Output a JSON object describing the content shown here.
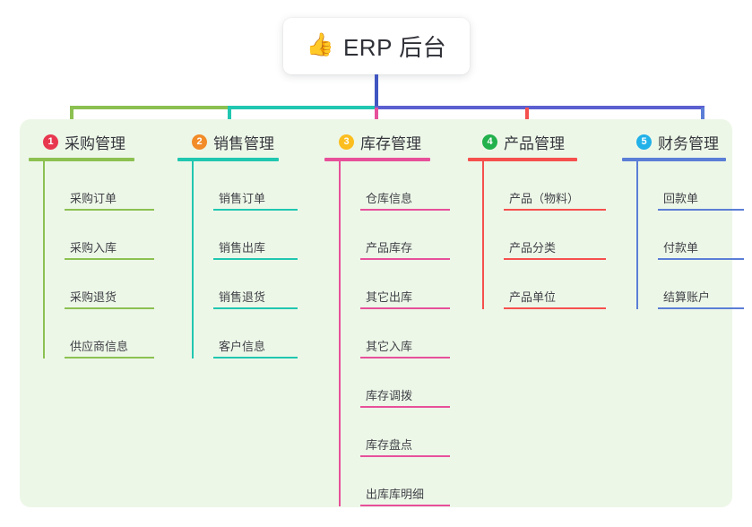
{
  "root": {
    "icon": "thumbs-up-icon",
    "icon_glyph": "👍",
    "title": "ERP 后台"
  },
  "panel": {
    "background": "#edf7e8"
  },
  "diagram": {
    "type": "mind-map",
    "orientation": "top-down",
    "branch_count": 5
  },
  "branches": [
    {
      "number": "1",
      "title": "采购管理",
      "badge_color": "#e8384f",
      "line_color": "#8cc152",
      "items": [
        "采购订单",
        "采购入库",
        "采购退货",
        "供应商信息"
      ]
    },
    {
      "number": "2",
      "title": "销售管理",
      "badge_color": "#f28c28",
      "line_color": "#21c7b0",
      "items": [
        "销售订单",
        "销售出库",
        "销售退货",
        "客户信息"
      ]
    },
    {
      "number": "3",
      "title": "库存管理",
      "badge_color": "#fcbe1e",
      "line_color": "#e7509a",
      "items": [
        "仓库信息",
        "产品库存",
        "其它出库",
        "其它入库",
        "库存调拨",
        "库存盘点",
        "出库库明细"
      ]
    },
    {
      "number": "4",
      "title": "产品管理",
      "badge_color": "#22b14c",
      "line_color": "#f5504e",
      "items": [
        "产品（物料）",
        "产品分类",
        "产品单位"
      ]
    },
    {
      "number": "5",
      "title": "财务管理",
      "badge_color": "#22b1e8",
      "line_color": "#5b7ed6",
      "items": [
        "回款单",
        "付款单",
        "结算账户"
      ]
    }
  ],
  "connectors": {
    "root_stem_color": "#4056c0",
    "segment_1_color": "#8cc152",
    "segment_2_color": "#21c7b0",
    "segment_3_color": "#5b5fd0",
    "drop_colors": [
      "#8cc152",
      "#21c7b0",
      "#e7509a",
      "#f5504e",
      "#5b7ed6"
    ]
  }
}
